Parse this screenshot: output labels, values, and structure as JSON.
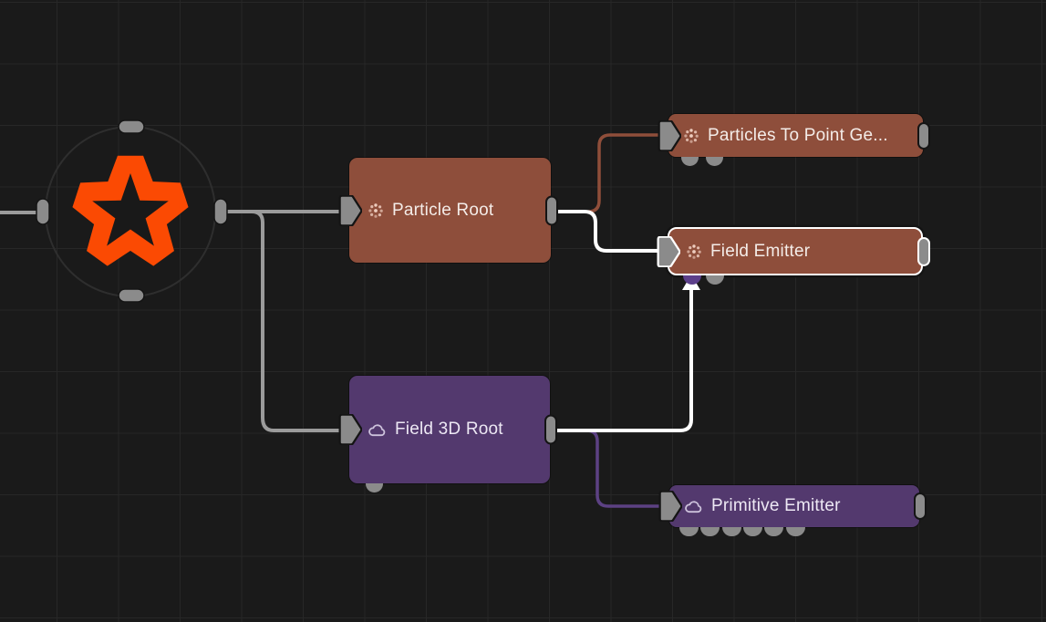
{
  "app": {
    "name": "node-graph-editor",
    "view": "particle-field-node-graph"
  },
  "colors": {
    "background": "#1a1a1a",
    "grid_line": "#272727",
    "particle_node": "#8E4E3B",
    "field_node": "#53396E",
    "selection_outline": "#ffffff",
    "logo_orange": "#FB4A03",
    "port_gray": "#8b8b8b",
    "port_field_purple": "#5C3F8A",
    "wire_gray": "#9b9b9b",
    "wire_white": "#ffffff",
    "wire_particle": "#8f4e3a",
    "wire_field": "#5c4183",
    "ring_outline": "#2e2e2e"
  },
  "icons": {
    "logo": "star-badge-icon",
    "particle": "particles-icon",
    "field": "cloud-icon"
  },
  "nodes": {
    "root_logo": {
      "name": "scene-root",
      "selected": false
    },
    "particle_root": {
      "label": "Particle Root",
      "icon": "particles-icon",
      "selected": false
    },
    "particles_to_point": {
      "label": "Particles To Point Ge...",
      "icon": "particles-icon",
      "selected": false
    },
    "field_emitter": {
      "label": "Field Emitter",
      "icon": "particles-icon",
      "selected": true
    },
    "field_3d_root": {
      "label": "Field 3D Root",
      "icon": "cloud-icon",
      "selected": false
    },
    "primitive_emitter": {
      "label": "Primitive Emitter",
      "icon": "cloud-icon",
      "selected": false
    }
  },
  "connections": [
    {
      "from": "off-screen-left",
      "to": "scene-root"
    },
    {
      "from": "scene-root",
      "to": "particle_root"
    },
    {
      "from": "scene-root",
      "to": "field_3d_root"
    },
    {
      "from": "particle_root",
      "to": "particles_to_point"
    },
    {
      "from": "particle_root",
      "to": "field_emitter"
    },
    {
      "from": "field_3d_root",
      "to": "field_emitter.bottom_port",
      "style": "arrow"
    },
    {
      "from": "field_3d_root",
      "to": "primitive_emitter"
    }
  ]
}
